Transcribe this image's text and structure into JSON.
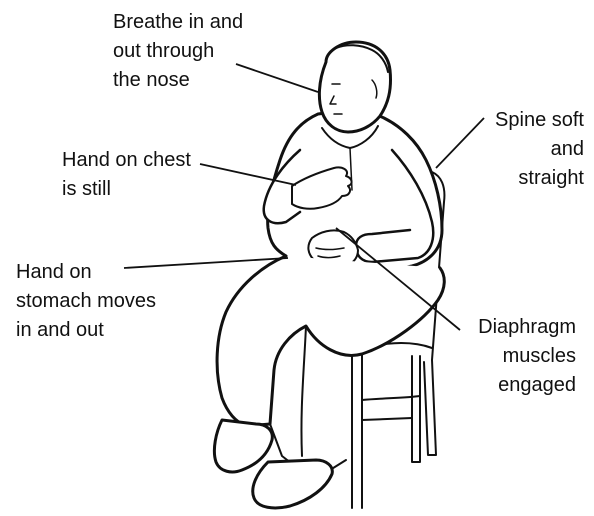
{
  "diagram": {
    "labels": {
      "breathe": [
        "Breathe in and",
        "out through",
        "the nose"
      ],
      "chest": [
        "Hand on chest",
        "is still"
      ],
      "stomach": [
        "Hand on",
        "stomach moves",
        "in and out"
      ],
      "spine": [
        "Spine soft",
        "and",
        "straight"
      ],
      "diaphragm": [
        "Diaphragm",
        "muscles",
        "engaged"
      ]
    },
    "colors": {
      "ink": "#111111",
      "background": "#ffffff"
    }
  }
}
